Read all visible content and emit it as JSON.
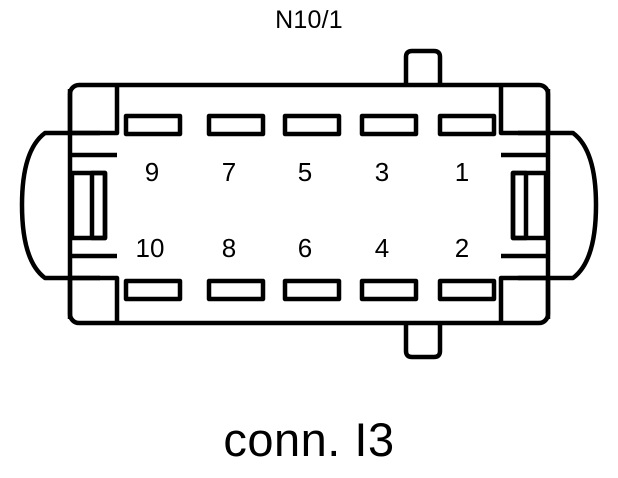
{
  "diagram": {
    "title": "N10/1",
    "caption": "conn. I3",
    "type": "electrical-connector-pinout",
    "stroke_color": "#000000",
    "background_color": "#ffffff",
    "pin_count": 10,
    "rows": [
      {
        "name": "top-row",
        "pins": [
          {
            "number": "9"
          },
          {
            "number": "7"
          },
          {
            "number": "5"
          },
          {
            "number": "3"
          },
          {
            "number": "1"
          }
        ]
      },
      {
        "name": "bottom-row",
        "pins": [
          {
            "number": "10"
          },
          {
            "number": "8"
          },
          {
            "number": "6"
          },
          {
            "number": "4"
          },
          {
            "number": "2"
          }
        ]
      }
    ]
  }
}
